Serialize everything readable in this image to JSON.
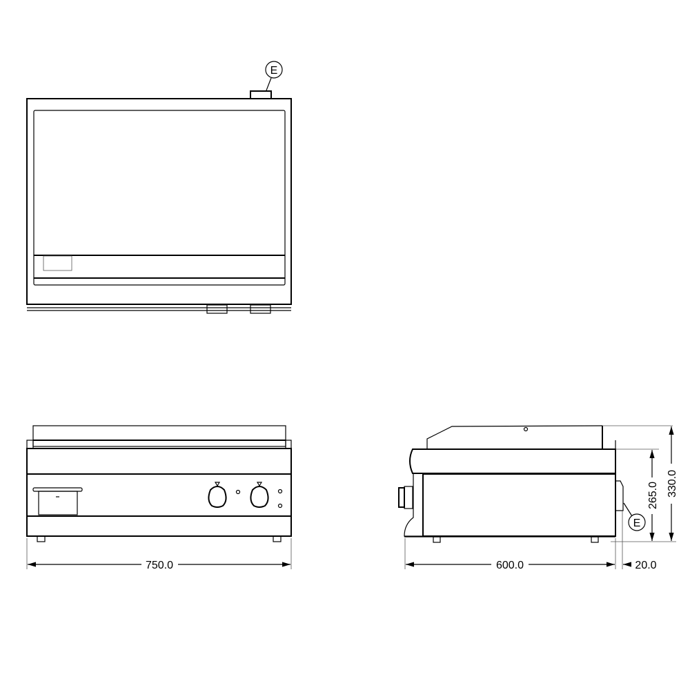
{
  "drawing": {
    "callout_label": "E",
    "dimensions": {
      "front_width": "750.0",
      "side_depth": "600.0",
      "side_offset": "20.0",
      "body_height": "265.0",
      "total_height": "330.0"
    },
    "colors": {
      "line": "#000000",
      "background": "#ffffff"
    }
  }
}
